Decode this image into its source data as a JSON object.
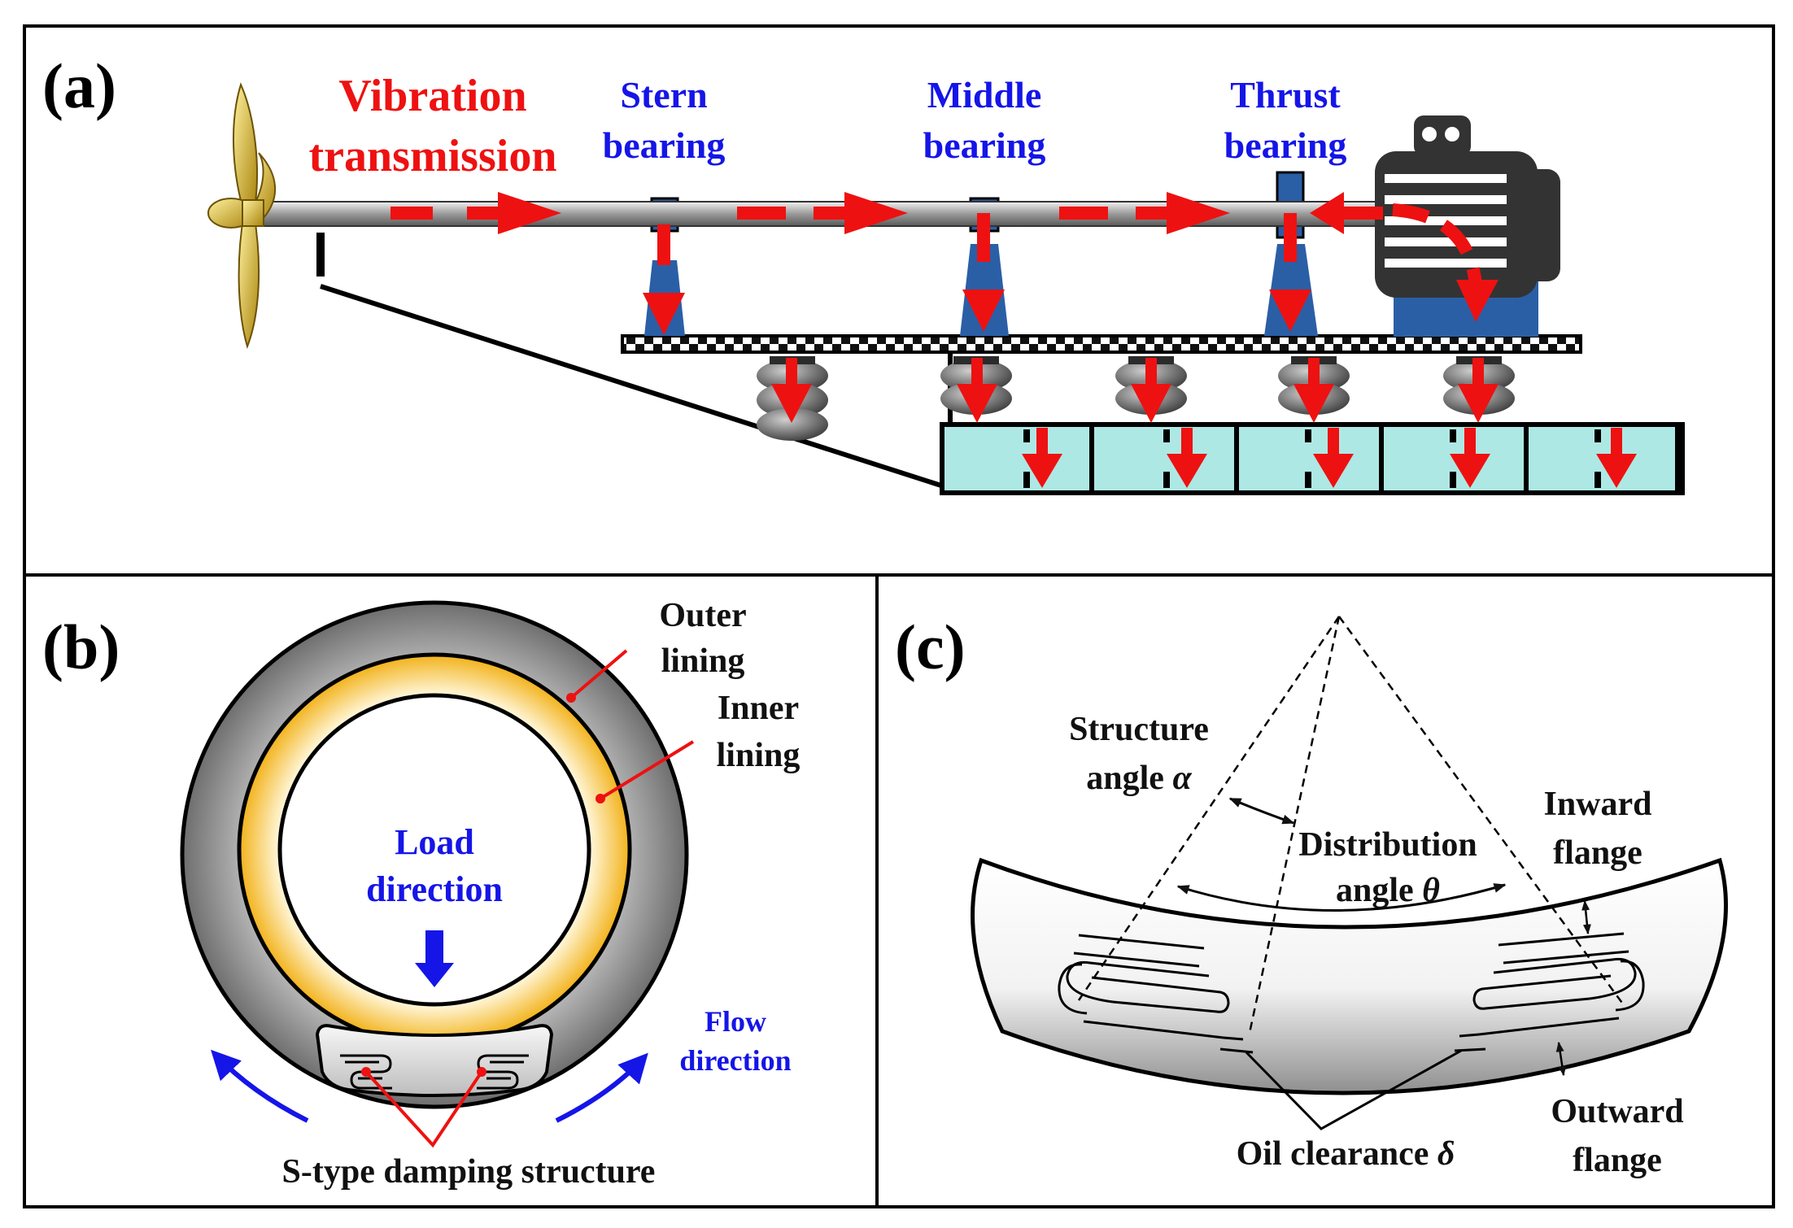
{
  "panel_a": {
    "label": "(a)",
    "vibration_line1": "Vibration",
    "vibration_line2": "transmission",
    "stern_line1": "Stern",
    "stern_line2": "bearing",
    "middle_line1": "Middle",
    "middle_line2": "bearing",
    "thrust_line1": "Thrust",
    "thrust_line2": "bearing"
  },
  "panel_b": {
    "label": "(b)",
    "outer_line1": "Outer",
    "outer_line2": "lining",
    "inner_line1": "Inner",
    "inner_line2": "lining",
    "load_line1": "Load",
    "load_line2": "direction",
    "flow_line1": "Flow",
    "flow_line2": "direction",
    "damping_label": "S-type damping structure"
  },
  "panel_c": {
    "label": "(c)",
    "structure_line1": "Structure",
    "structure_line2_text": "angle ",
    "structure_symbol": "α",
    "distribution_line1": "Distribution",
    "distribution_line2_text": "angle ",
    "distribution_symbol": "θ",
    "inward_line1": "Inward",
    "inward_line2": "flange",
    "outward_line1": "Outward",
    "outward_line2": "flange",
    "oil_text": "Oil clearance ",
    "oil_symbol": "δ"
  },
  "colors": {
    "red": "#ee1111",
    "blue_text": "#1515e8",
    "bearing_blue": "#2a5fa6",
    "cyan_box": "#aee8e4",
    "gold": "#f2b21a"
  }
}
